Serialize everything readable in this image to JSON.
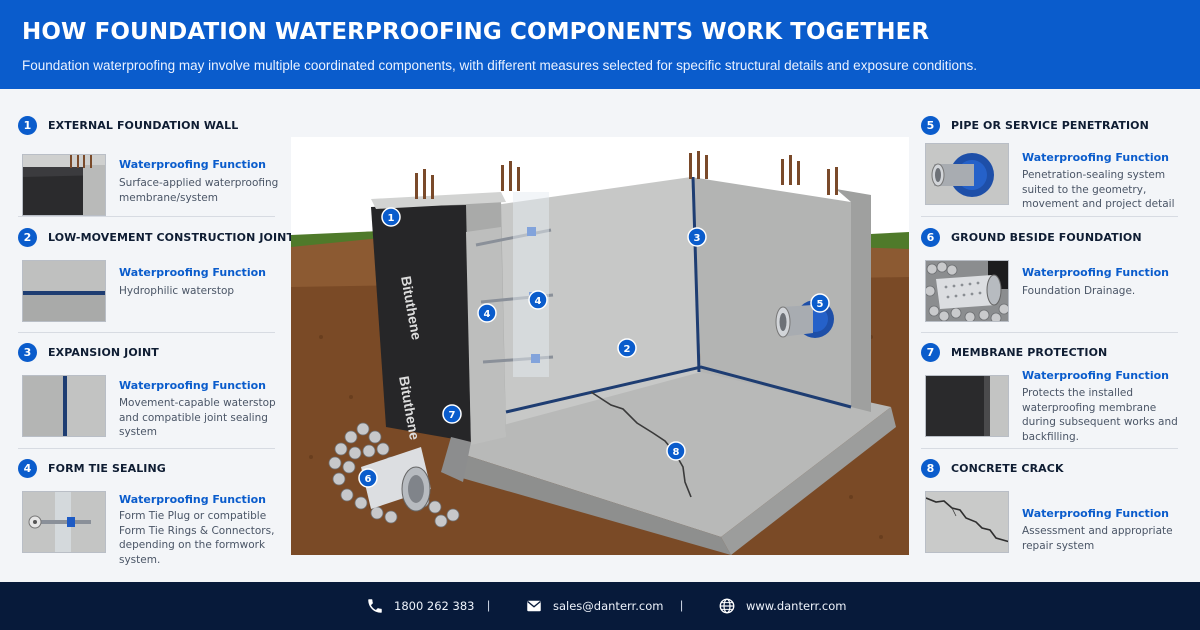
{
  "header": {
    "title": "HOW FOUNDATION WATERPROOFING COMPONENTS WORK TOGETHER",
    "subtitle": "Foundation waterproofing may involve multiple coordinated components,  with different measures selected for specific structural details and  exposure conditions."
  },
  "components": [
    {
      "num": "1",
      "title": "EXTERNAL FOUNDATION WALL",
      "function_label": "Waterproofing Function",
      "description": "Surface-applied waterproofing membrane/system"
    },
    {
      "num": "2",
      "title": "LOW-MOVEMENT CONSTRUCTION JOINT",
      "function_label": "Waterproofing Function",
      "description": "Hydrophilic waterstop"
    },
    {
      "num": "3",
      "title": "EXPANSION JOINT",
      "function_label": "Waterproofing Function",
      "description": "Movement-capable waterstop and compatible joint sealing system"
    },
    {
      "num": "4",
      "title": "FORM TIE SEALING",
      "function_label": "Waterproofing Function",
      "description": "Form Tie Plug or compatible Form Tie Rings & Connectors, depending on the formwork system."
    },
    {
      "num": "5",
      "title": "PIPE OR SERVICE PENETRATION",
      "function_label": "Waterproofing Function",
      "description": "Penetration-sealing system suited to the geometry, movement and project detail"
    },
    {
      "num": "6",
      "title": "GROUND BESIDE FOUNDATION",
      "function_label": "Waterproofing Function",
      "description": "Foundation Drainage."
    },
    {
      "num": "7",
      "title": "MEMBRANE PROTECTION",
      "function_label": "Waterproofing Function",
      "description": "Protects the installed waterproofing membrane during subsequent works and backfilling."
    },
    {
      "num": "8",
      "title": "CONCRETE CRACK",
      "function_label": "Waterproofing Function",
      "description": "Assessment and appropriate repair system"
    }
  ],
  "illustration": {
    "membrane_brand_1": "Bituthene",
    "membrane_brand_2": "Bituthene",
    "markers": [
      "1",
      "2",
      "3",
      "4",
      "4",
      "5",
      "6",
      "7",
      "8"
    ]
  },
  "footer": {
    "phone": "1800 262 383",
    "separator": "|",
    "email": "sales@danterr.com",
    "website": "www.danterr.com"
  },
  "colors": {
    "header_bg": "#0a5ccc",
    "accent_blue": "#0a5ccc",
    "footer_bg": "#071a3a",
    "page_bg": "#f3f5f8"
  },
  "icons": [
    "phone-icon",
    "email-icon",
    "globe-icon"
  ]
}
